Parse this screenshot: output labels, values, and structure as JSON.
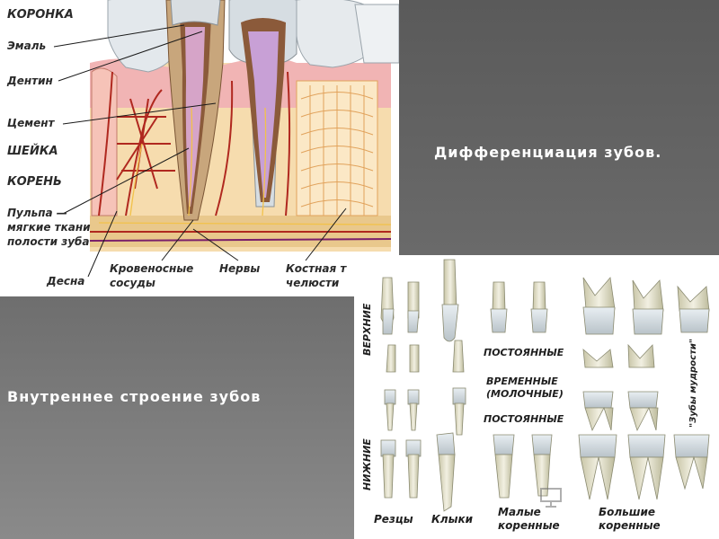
{
  "anatomy_labels": {
    "crown": "КОРОНКА",
    "enamel": "Эмаль",
    "dentin": "Дентин",
    "cement": "Цемент",
    "neck": "ШЕЙКА",
    "root": "КОРЕНЬ",
    "pulp_1": "Пульпа —",
    "pulp_2": "мягкие ткани",
    "pulp_3": "полости зуба",
    "gum": "Десна",
    "vessels_1": "Кровеносные",
    "vessels_2": "сосуды",
    "nerves": "Нервы",
    "bone_1": "Костная т",
    "bone_2": "челюсти"
  },
  "titles": {
    "differentiation": "Дифференциация зубов.",
    "internal_structure": "Внутреннее строение зубов"
  },
  "chart_labels": {
    "upper": "ВЕРХНИЕ",
    "lower": "НИЖНИЕ",
    "permanent_top": "ПОСТОЯННЫЕ",
    "temporary_1": "ВРЕМЕННЫЕ",
    "temporary_2": "(МОЛОЧНЫЕ)",
    "permanent_bottom": "ПОСТОЯННЫЕ",
    "wisdom": "\"Зубы мудрости\"",
    "incisors": "Резцы",
    "canines": "Клыки",
    "premolars_1": "Малые",
    "premolars_2": "коренные",
    "molars_1": "Большие",
    "molars_2": "коренные"
  },
  "colors": {
    "background": "#5a5a5a",
    "gum": "#f1b4b4",
    "bone": "#f3c98a",
    "vessel": "#b0281f",
    "tooth": "#e8e6d8"
  }
}
